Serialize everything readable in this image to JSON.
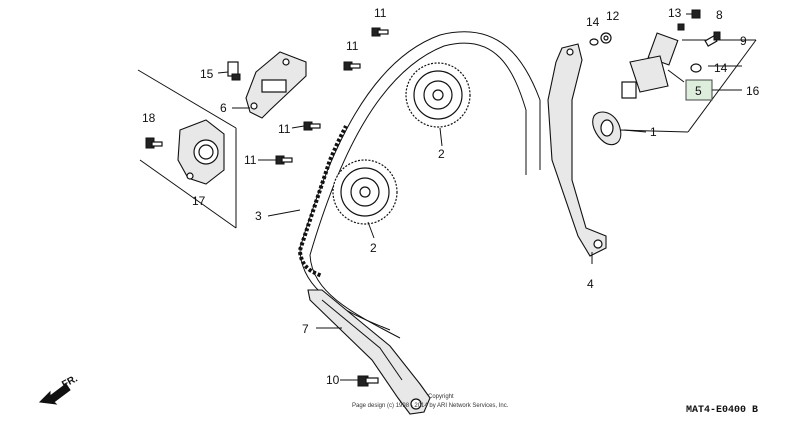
{
  "callouts": {
    "c1": "1",
    "c2a": "2",
    "c2b": "2",
    "c3": "3",
    "c4": "4",
    "c5": "5",
    "c6": "6",
    "c7": "7",
    "c8": "8",
    "c9": "9",
    "c10": "10",
    "c11a": "11",
    "c11b": "11",
    "c11c": "11",
    "c11d": "11",
    "c12": "12",
    "c13": "13",
    "c14a": "14",
    "c14b": "14",
    "c15": "15",
    "c16": "16",
    "c17": "17",
    "c18": "18"
  },
  "copyright": {
    "line1": "Copyright",
    "line2": "Page design (c) 1998 - 2014 by ARI Network Services, Inc."
  },
  "diagram_code": "MAT4-E0400 B",
  "direction_label": "FR."
}
